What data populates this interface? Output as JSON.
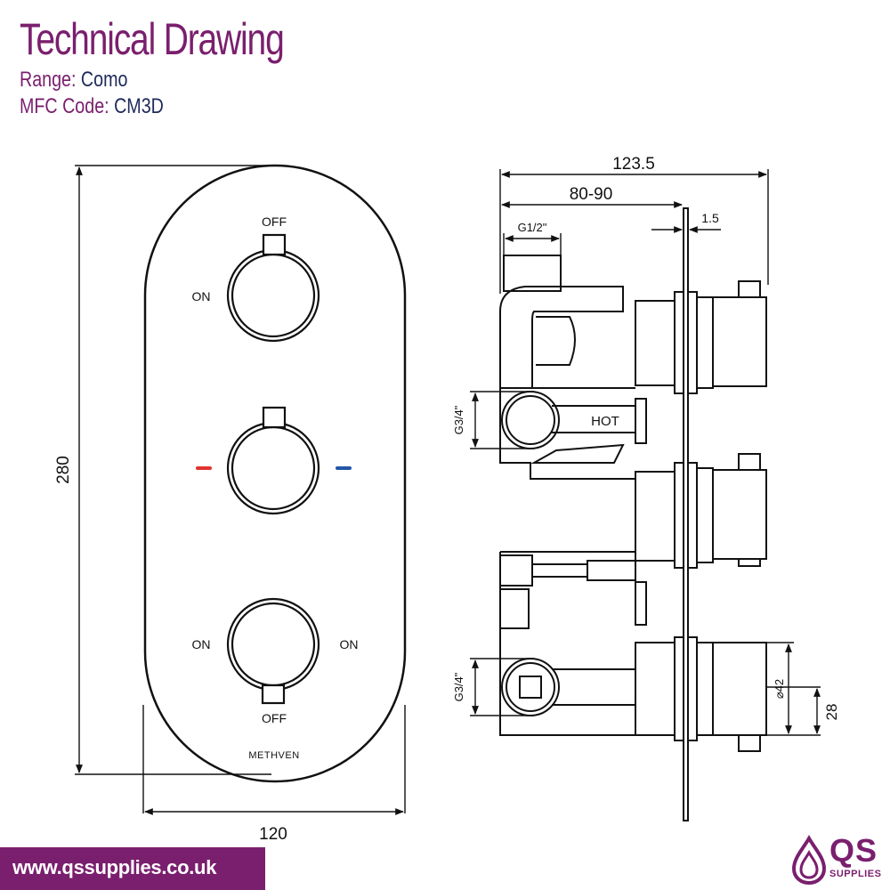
{
  "header": {
    "title": "Technical Drawing",
    "range_key": "Range:",
    "range_value": "Como",
    "mfc_key": "MFC Code:",
    "mfc_value": "CM3D"
  },
  "front_view": {
    "top_control_off": "OFF",
    "top_control_on": "ON",
    "bottom_control_on_left": "ON",
    "bottom_control_on_right": "ON",
    "bottom_control_off": "OFF",
    "brand": "METHVEN",
    "dim_height": "280",
    "dim_width": "120"
  },
  "side_view": {
    "dim_overall": "123.5",
    "dim_depth": "80-90",
    "dim_plate": "1.5",
    "outlet": "G1/2\"",
    "inlet_top": "G3/4\"",
    "inlet_bottom": "G3/4\"",
    "hot_label": "HOT",
    "dim_knob_dia": "⌀42",
    "dim_knob_offset": "28"
  },
  "footer": {
    "url": "www.qssupplies.co.uk",
    "logo_text": "QS",
    "logo_sub": "SUPPLIES"
  },
  "colors": {
    "brand_purple": "#7a1f6e",
    "navy": "#1e2a5a",
    "hot_marker": "#e0332e",
    "cold_marker": "#2456a8",
    "line": "#111111"
  }
}
